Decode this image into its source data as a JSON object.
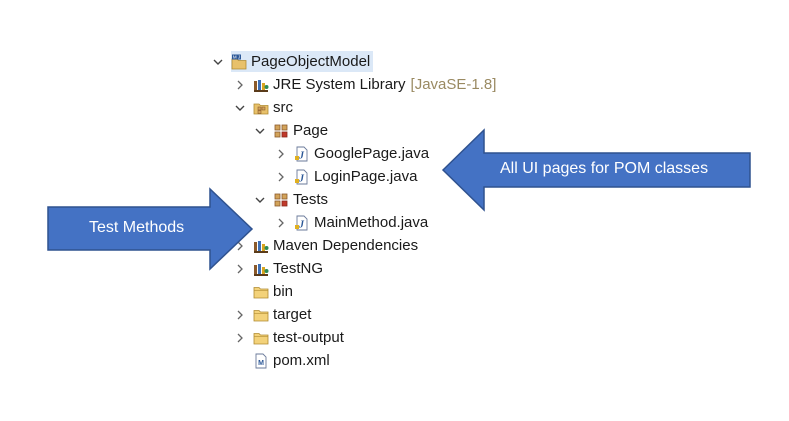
{
  "tree": {
    "root": {
      "label": "PageObjectModel"
    },
    "jre": {
      "label": "JRE System Library",
      "decoration": "[JavaSE-1.8]"
    },
    "src": {
      "label": "src"
    },
    "page_pkg": {
      "label": "Page"
    },
    "google_page": {
      "label": "GooglePage.java"
    },
    "login_page": {
      "label": "LoginPage.java"
    },
    "tests_pkg": {
      "label": "Tests"
    },
    "main_method": {
      "label": "MainMethod.java"
    },
    "maven": {
      "label": "Maven Dependencies"
    },
    "testng": {
      "label": "TestNG"
    },
    "bin": {
      "label": "bin"
    },
    "target": {
      "label": "target"
    },
    "test_output": {
      "label": "test-output"
    },
    "pom": {
      "label": "pom.xml"
    }
  },
  "callouts": {
    "right": {
      "text": "All UI pages for POM classes"
    },
    "left": {
      "text": "Test Methods"
    }
  },
  "colors": {
    "arrow_fill": "#4472c4",
    "arrow_stroke": "#2f528f",
    "selection": "#dbe8f7",
    "decoration": "#9a8a62"
  },
  "icons": {
    "collapse": "chevron-down-icon",
    "expand": "chevron-right-icon",
    "project": "maven-project-icon",
    "library": "library-icon",
    "source_folder": "source-folder-icon",
    "package": "package-icon",
    "java_file": "java-file-icon",
    "folder": "folder-icon",
    "xml": "maven-pom-icon"
  }
}
